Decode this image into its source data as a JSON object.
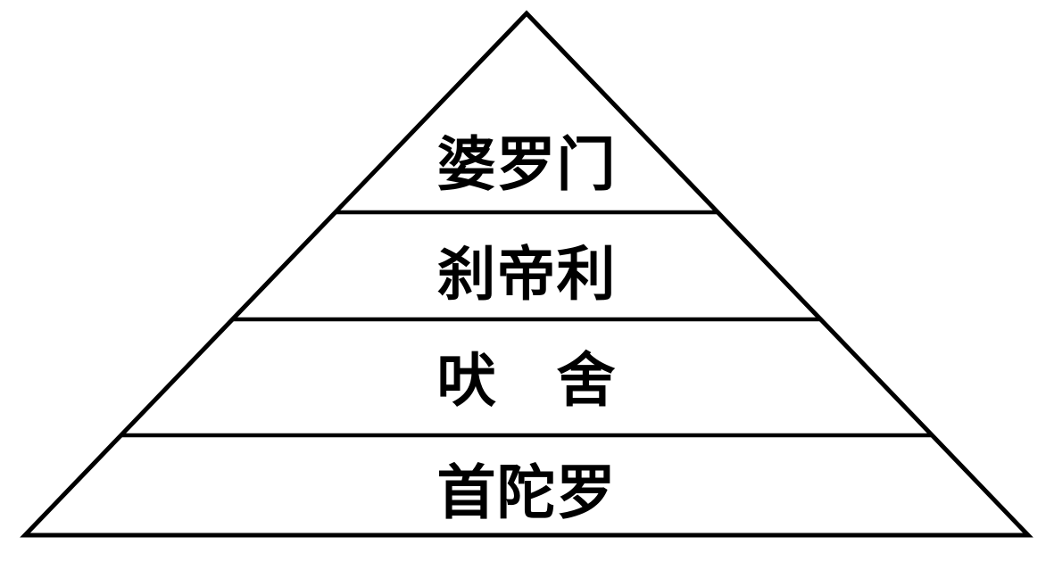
{
  "diagram": {
    "type": "pyramid",
    "levels": [
      {
        "rank": 1,
        "label": "婆罗门"
      },
      {
        "rank": 2,
        "label": "刹帝利"
      },
      {
        "rank": 3,
        "label": "吠　舍"
      },
      {
        "rank": 4,
        "label": "首陀罗"
      }
    ],
    "line_color": "#000000",
    "background_color": "#ffffff"
  }
}
